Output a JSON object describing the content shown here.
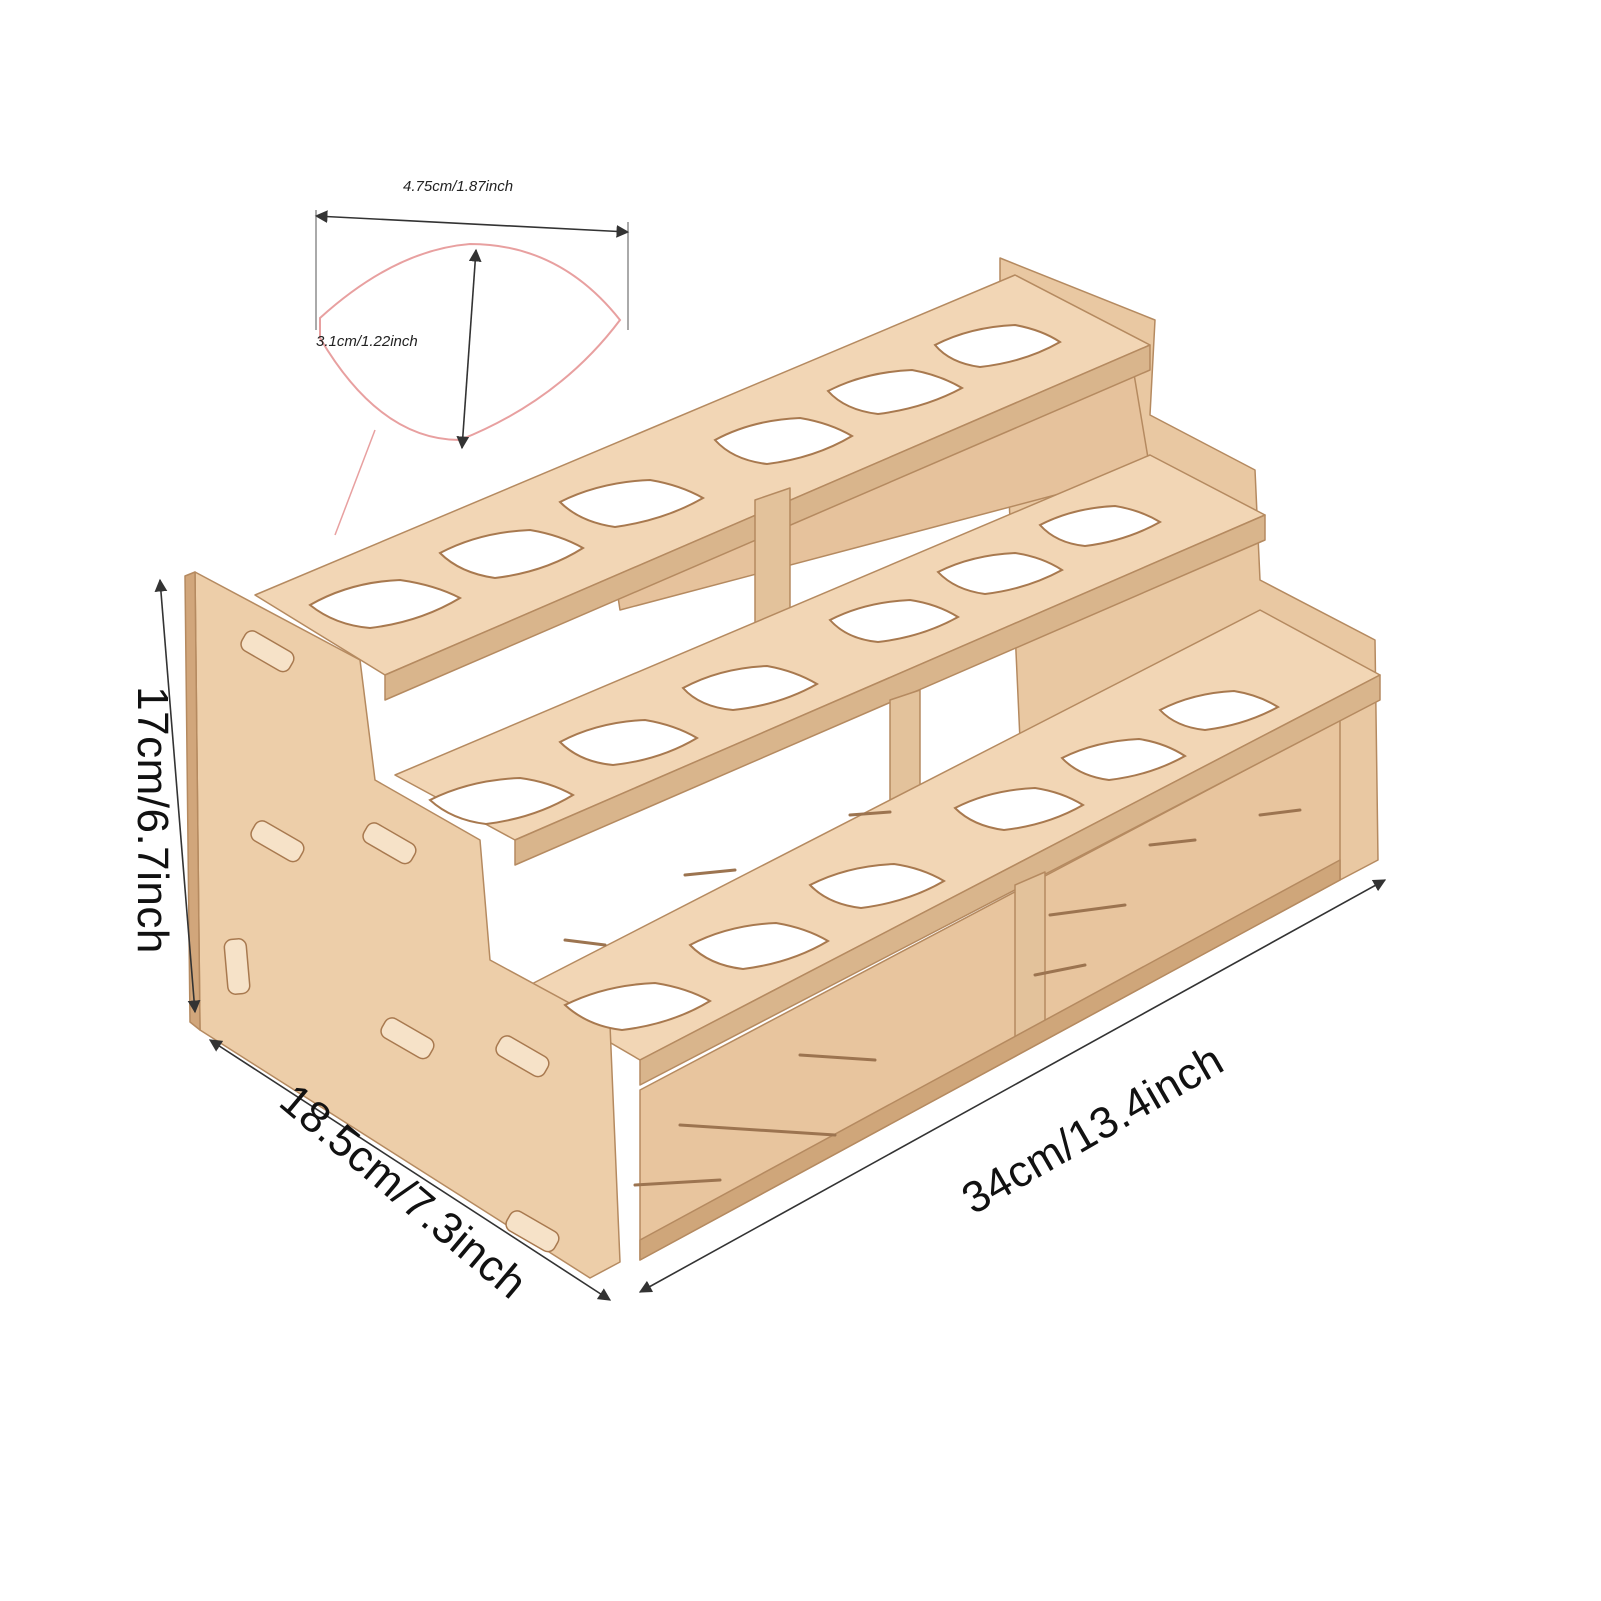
{
  "hole_dimensions": {
    "width_label": "4.75cm/1.87inch",
    "height_label": "3.1cm/1.22inch"
  },
  "rack_dimensions": {
    "height_label": "17cm/6.7inch",
    "depth_label": "18.5cm/7.3inch",
    "length_label": "34cm/13.4inch"
  },
  "colors": {
    "wood_light": "#f2d6b5",
    "wood_mid": "#e3c29b",
    "wood_dark": "#c79a70",
    "hole_outline": "#e8a0a0",
    "dimension_line": "#333333"
  }
}
